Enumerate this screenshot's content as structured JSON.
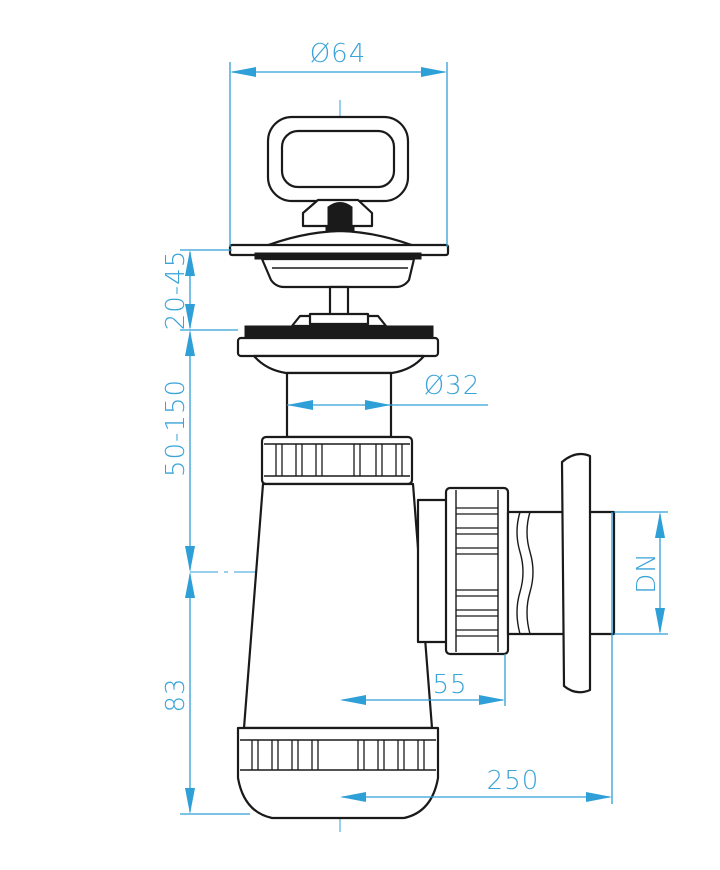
{
  "dimensions": {
    "top_diameter": "Ø64",
    "tail_diameter": "Ø32",
    "plug_range": "20-45",
    "drop_range": "50-150",
    "trap_height": "83",
    "outlet_reach": "55",
    "wall_distance": "250",
    "outlet_size": "DN"
  },
  "colors": {
    "dimension": "#2f9fd8",
    "part_outline": "#1a1a1a"
  }
}
